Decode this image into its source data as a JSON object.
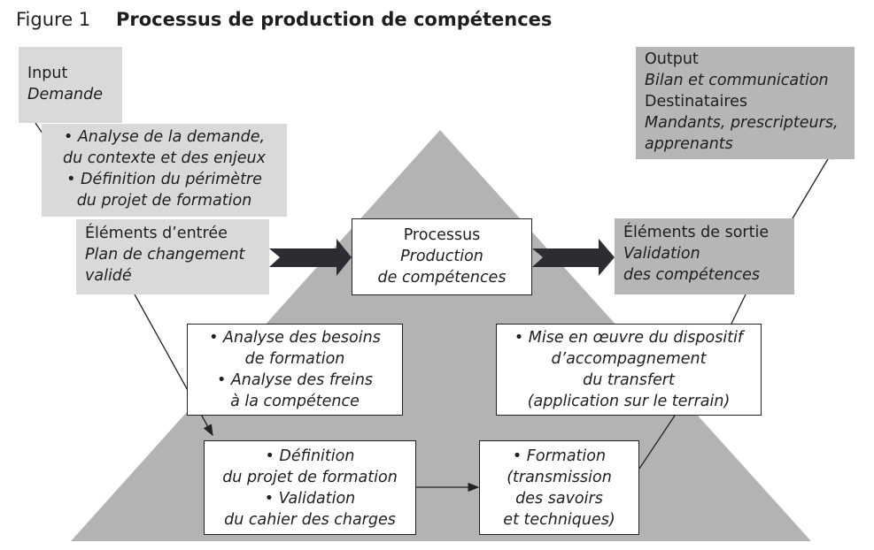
{
  "figure": {
    "label": "Figure 1",
    "title": "Processus de production de compétences"
  },
  "input": {
    "heading": "Input",
    "value": "Demande"
  },
  "analysis": [
    "• Analyse de la demande,",
    "du contexte et des enjeux",
    "• Définition du périmètre",
    "du projet de formation"
  ],
  "entree": {
    "heading": "Éléments d’entrée",
    "value": [
      "Plan de changement",
      "validé"
    ]
  },
  "processus": {
    "heading": "Processus",
    "value": [
      "Production",
      "de compétences"
    ]
  },
  "sortie": {
    "heading": "Éléments de sortie",
    "value": [
      "Validation",
      "des compétences"
    ]
  },
  "output": {
    "heading": "Output",
    "value": "Bilan et communication",
    "heading2": "Destinataires",
    "value2": [
      "Mandants, prescripteurs,",
      "apprenants"
    ]
  },
  "besoins": [
    "• Analyse des besoins",
    "de formation",
    "• Analyse des freins",
    "à la compétence"
  ],
  "definition": [
    "• Définition",
    "du projet de formation",
    "• Validation",
    "du cahier des charges"
  ],
  "formation": [
    "• Formation",
    "(transmission",
    "des savoirs",
    "et techniques)"
  ],
  "transfert": [
    "• Mise en œuvre du dispositif",
    "d’accompagnement",
    "du transfert",
    "(application sur le terrain)"
  ],
  "colors": {
    "triangle": "#b3b3b3",
    "arrow": "#2b2d33",
    "light_box": "#d9d9d9",
    "dark_box": "#b6b6b6"
  }
}
